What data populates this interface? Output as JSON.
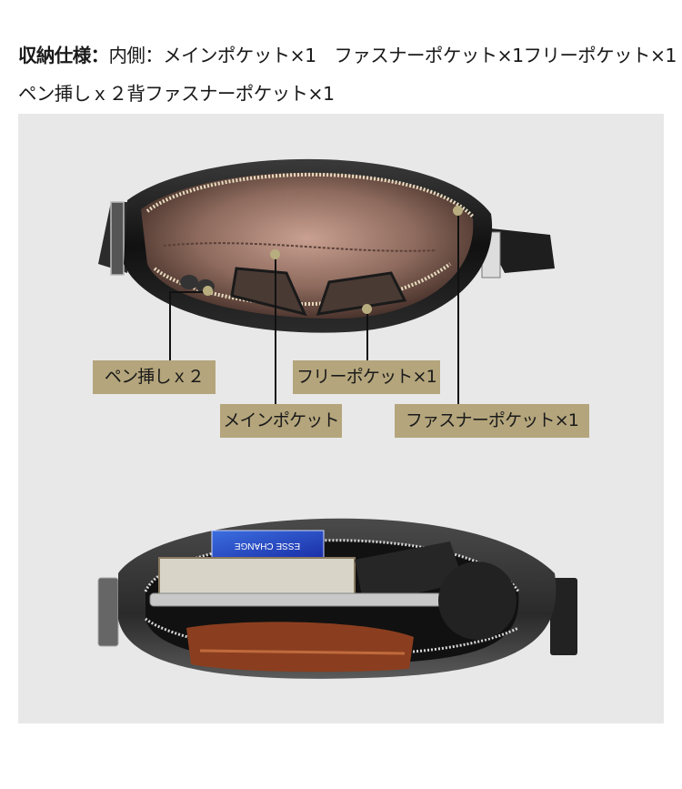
{
  "spec": {
    "heading": "収納仕様：",
    "line1_rest": "内側：メインポケット×1　ファスナーポケット×1フリーポケット×1",
    "line2": "ペン挿しｘ２背ファスナーポケット×1"
  },
  "callouts": [
    {
      "id": "pen",
      "label": "ペン挿しｘ２"
    },
    {
      "id": "free",
      "label": "フリーポケット×1"
    },
    {
      "id": "main",
      "label": "メインポケット"
    },
    {
      "id": "zip",
      "label": "ファスナーポケット×1"
    }
  ],
  "photos": {
    "top": {
      "description": "open shoulder bag interior with satin lining"
    },
    "bottom": {
      "description": "open shoulder bag with book, card box, tablet, wallet and case",
      "card_text": "ESSE CHANGE"
    }
  },
  "colors": {
    "panel_bg": "#e8e8e8",
    "label_bg": "#b4a57c",
    "dot": "#b8ad7e",
    "line": "#111111"
  }
}
